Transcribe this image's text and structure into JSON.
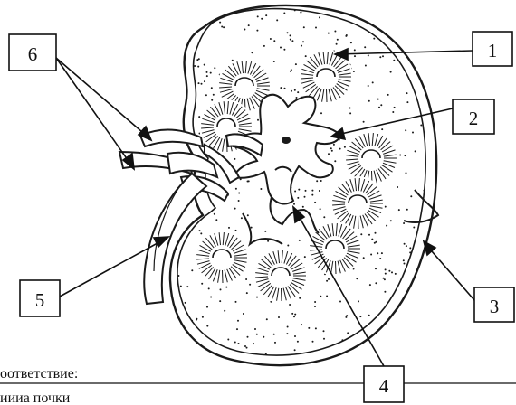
{
  "labels": [
    {
      "id": "1",
      "text": "1"
    },
    {
      "id": "2",
      "text": "2"
    },
    {
      "id": "3",
      "text": "3"
    },
    {
      "id": "4",
      "text": "4"
    },
    {
      "id": "5",
      "text": "5"
    },
    {
      "id": "6",
      "text": "6"
    }
  ],
  "bottom": {
    "line1": "оответствие:",
    "line2": "иииа почки"
  },
  "colors": {
    "ink": "#1a1a1a",
    "paper": "#ffffff"
  }
}
